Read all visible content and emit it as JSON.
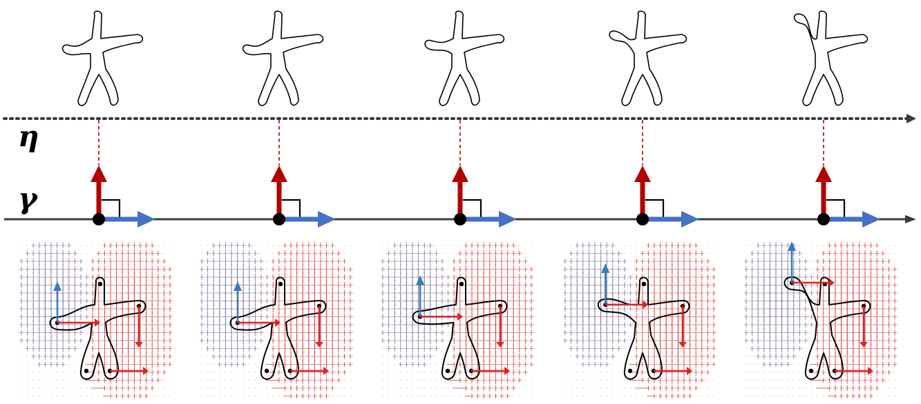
{
  "labels": {
    "eta": "η",
    "gamma": "γ"
  },
  "colors": {
    "axis": "#3a3a3a",
    "dotted_axis": "#3a3a3a",
    "normal_arrow": "#b00000",
    "tangent_arrow": "#4472c4",
    "field_blue": "#3a7ab8",
    "field_red": "#d62728",
    "grid_dot": "#c8c8c8",
    "dashed_link": "#b00000",
    "point": "#000000"
  },
  "frames": [
    {
      "id": 1,
      "pose": "arms-level"
    },
    {
      "id": 2,
      "pose": "arms-level"
    },
    {
      "id": 3,
      "pose": "arm-slightly-raised"
    },
    {
      "id": 4,
      "pose": "arm-raised"
    },
    {
      "id": 5,
      "pose": "arm-up"
    }
  ]
}
